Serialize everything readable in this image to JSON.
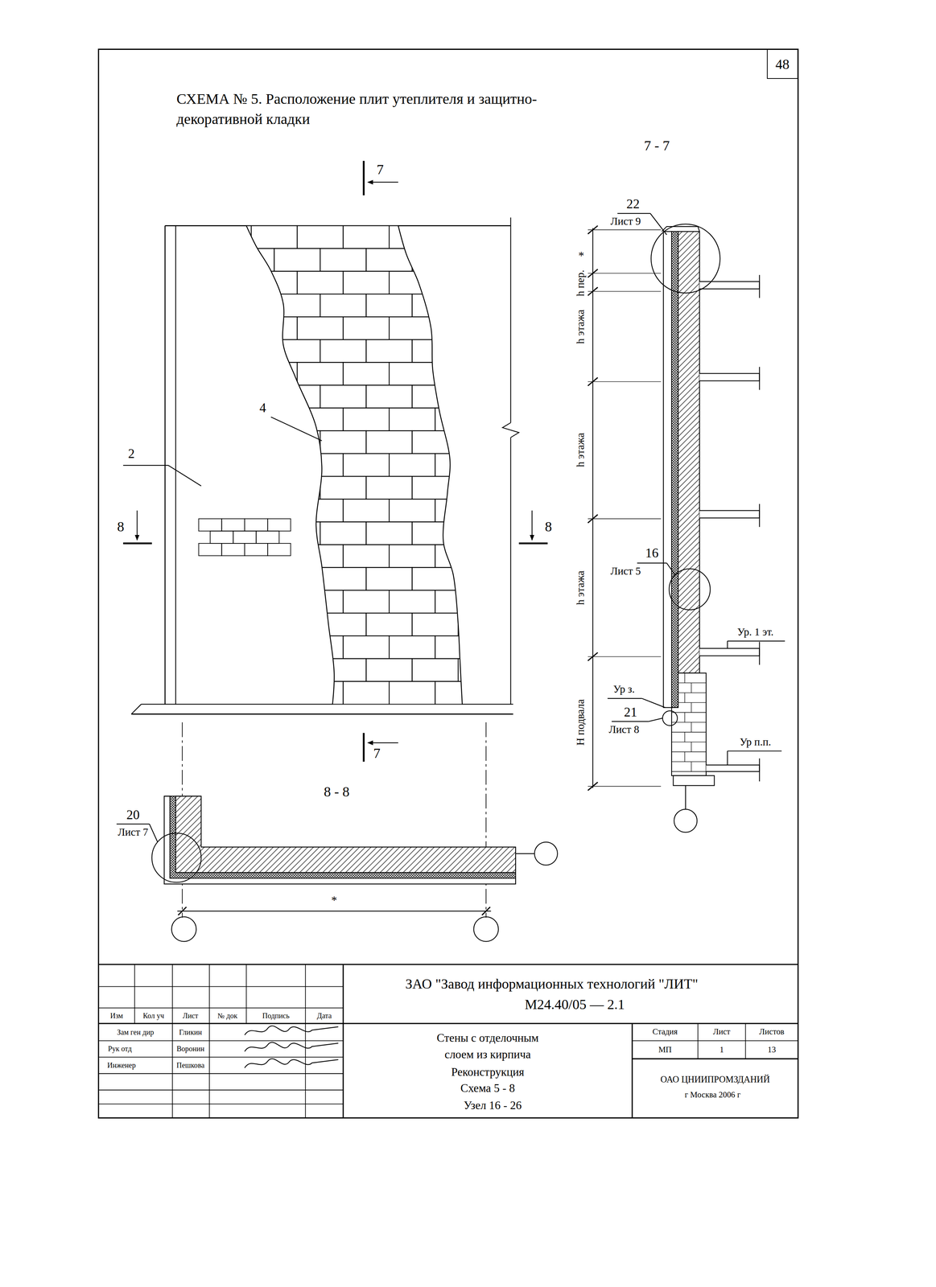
{
  "diagram": {
    "title": "СХЕМА № 5. Расположение плит утеплителя и защитно-декоративной кладки",
    "nodes": [
      {
        "text": [
          "48"
        ]
      }
    ],
    "labels": [
      "7 - 7",
      "7",
      "8",
      "8",
      "7",
      "8 - 8",
      "2",
      "4",
      "22",
      "Лист 9",
      "h пер.",
      "*",
      "h этажа",
      "h этажа",
      "h этажа",
      "H подвала",
      "16",
      "Лист 5",
      "Ур. 1 эт.",
      "Ур з.",
      "21",
      "Лист 8",
      "Ур п.п.",
      "20",
      "Лист 7",
      "*",
      "ЗАО \"Завод информационных технологий \"ЛИТ\"",
      "М24.40/05 — 2.1",
      "Изм",
      "Кол уч",
      "Лист",
      "№ док",
      "Подпись",
      "Дата",
      "Зам ген дир",
      "Гликин",
      "Рук отд",
      "Воронин",
      "Инженер",
      "Пешкова",
      "Стены с отделочным слоем из кирпича",
      "Реконструкция",
      "Схема 5 - 8",
      "Узел 16 - 26",
      "Стадия",
      "Лист",
      "Листов",
      "МП",
      "1",
      "13",
      "ОАО ЦНИИПРОМЗДАНИЙ",
      "г Москва 2006 г"
    ]
  }
}
